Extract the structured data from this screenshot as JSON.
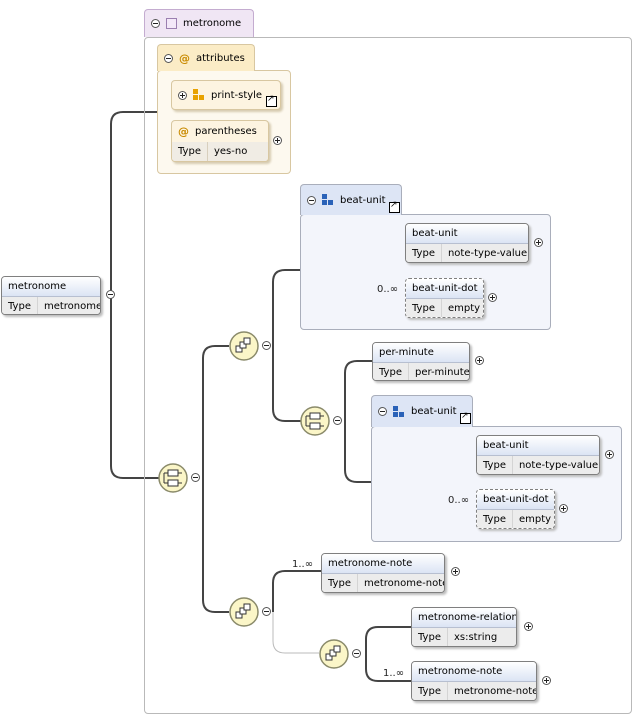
{
  "root": {
    "name": "metronome",
    "type_label": "Type",
    "type_value": "metronome"
  },
  "complex_type": {
    "name": "metronome"
  },
  "attributes": {
    "label": "attributes",
    "print_style": {
      "name": "print-style"
    },
    "parentheses": {
      "name": "parentheses",
      "type_label": "Type",
      "type_value": "yes-no"
    }
  },
  "beat_unit_group_1": {
    "name": "beat-unit",
    "beat_unit": {
      "name": "beat-unit",
      "type_label": "Type",
      "type_value": "note-type-value"
    },
    "beat_unit_dot": {
      "name": "beat-unit-dot",
      "type_label": "Type",
      "type_value": "empty",
      "occurrence": "0..∞"
    }
  },
  "per_minute": {
    "name": "per-minute",
    "type_label": "Type",
    "type_value": "per-minute"
  },
  "beat_unit_group_2": {
    "name": "beat-unit",
    "beat_unit": {
      "name": "beat-unit",
      "type_label": "Type",
      "type_value": "note-type-value"
    },
    "beat_unit_dot": {
      "name": "beat-unit-dot",
      "type_label": "Type",
      "type_value": "empty",
      "occurrence": "0..∞"
    }
  },
  "metronome_note_1": {
    "name": "metronome-note",
    "type_label": "Type",
    "type_value": "metronome-note",
    "occurrence": "1..∞"
  },
  "metronome_relation": {
    "name": "metronome-relation",
    "type_label": "Type",
    "type_value": "xs:string"
  },
  "metronome_note_2": {
    "name": "metronome-note",
    "type_label": "Type",
    "type_value": "metronome-note",
    "occurrence": "1..∞"
  }
}
